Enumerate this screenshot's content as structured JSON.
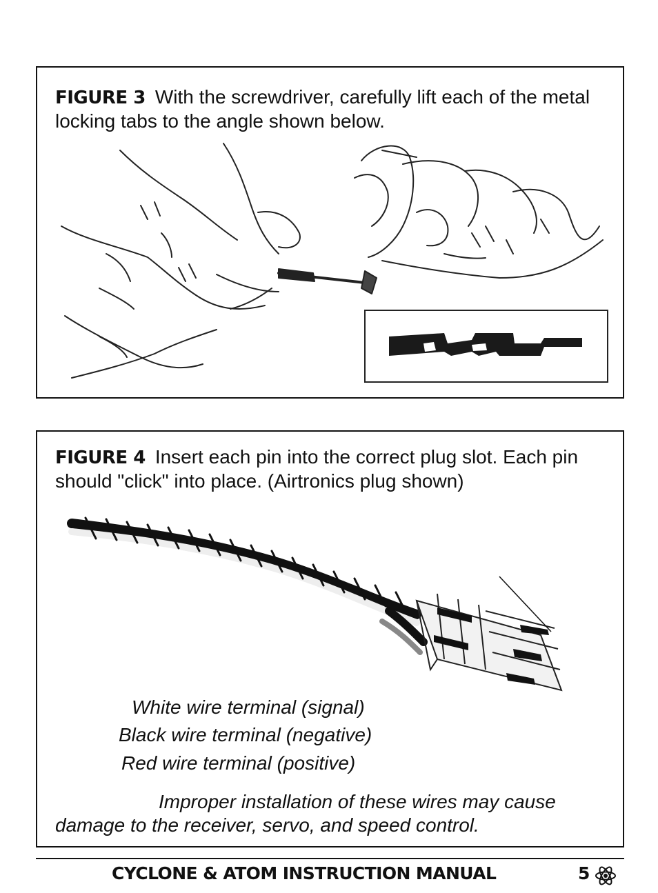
{
  "figure3": {
    "label": "FIGURE 3",
    "caption": "With the screwdriver, carefully lift each of the metal locking tabs to the angle shown below."
  },
  "figure4": {
    "label": "FIGURE 4",
    "caption": "Insert each pin into the correct plug slot. Each pin should \"click\" into place. (Airtronics plug shown)",
    "labels": [
      "White wire terminal (signal)",
      "Black wire terminal (negative)",
      "Red wire terminal (positive)"
    ],
    "warning": "Improper installation of these wires may cause damage to the receiver, servo, and speed control."
  },
  "footer": {
    "title": "CYCLONE & ATOM INSTRUCTION MANUAL",
    "page_number": "5",
    "icon": "atom-icon"
  }
}
